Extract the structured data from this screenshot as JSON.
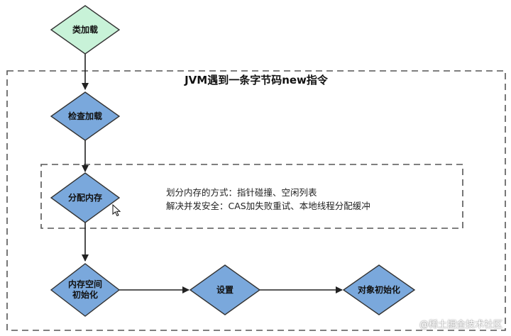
{
  "frame": {
    "title": "JVM遇到一条字节码new指令"
  },
  "nodes": {
    "class_loading": {
      "label": "类加载",
      "fill": "#c8f2d8"
    },
    "check_loading": {
      "label": "检查加载",
      "fill": "#7aa8dc"
    },
    "allocate_memory": {
      "label": "分配内存",
      "fill": "#7aa8dc"
    },
    "init_memory": {
      "line1": "内存空间",
      "line2": "初始化",
      "fill": "#7aa8dc"
    },
    "setup": {
      "label": "设置",
      "fill": "#7aa8dc"
    },
    "object_init": {
      "label": "对象初始化",
      "fill": "#7aa8dc"
    }
  },
  "notes": {
    "line1": "划分内存的方式：指针碰撞、空闲列表",
    "line2": "解决并发安全：CAS加失败重试、本地线程分配缓冲"
  },
  "watermark": "@稀土掘金技术社区",
  "colors": {
    "stroke": "#333333",
    "arrow": "#222222",
    "dash": "#555555"
  }
}
